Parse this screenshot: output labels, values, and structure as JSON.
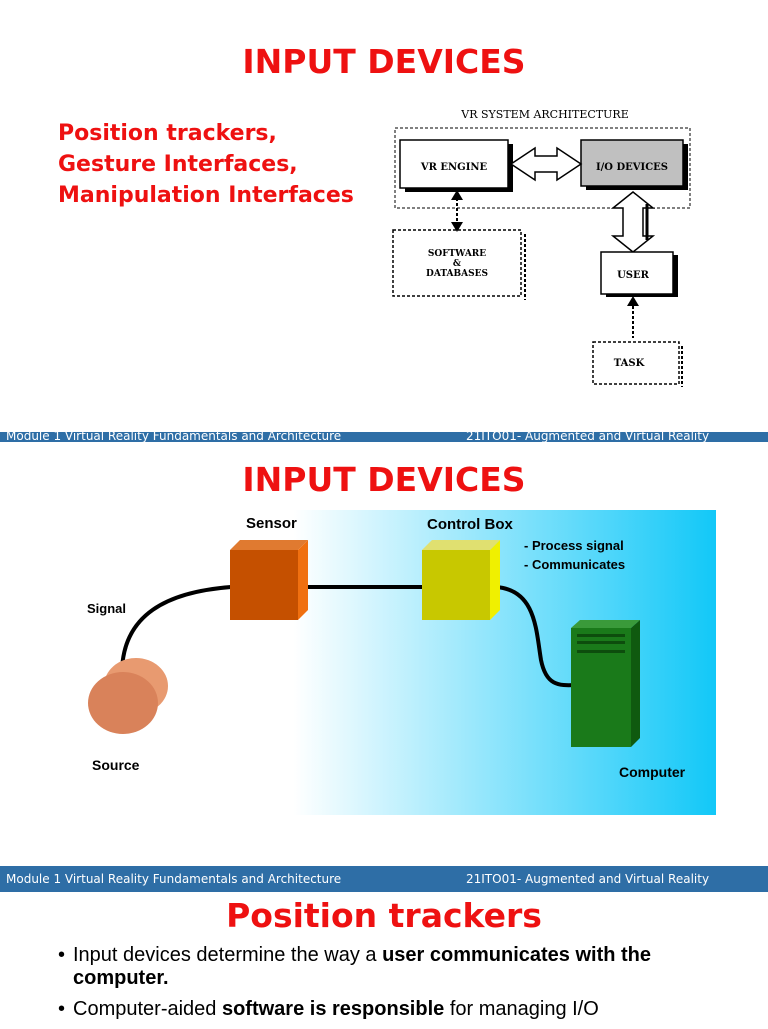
{
  "footer": {
    "left": "Module 1  Virtual Reality Fundamentals and Architecture",
    "right": "21ITO01- Augmented and Virtual Reality"
  },
  "slide1": {
    "title": "INPUT DEVICES",
    "subtitle": "Position trackers, Gesture Interfaces, Manipulation Interfaces",
    "diagram": {
      "title": "VR SYSTEM ARCHITECTURE",
      "vr_engine": "VR ENGINE",
      "io_devices": "I/O DEVICES",
      "software_line1": "SOFTWARE",
      "software_line2": "&",
      "software_line3": "DATABASES",
      "user": "USER",
      "task": "TASK"
    }
  },
  "slide2": {
    "title": "INPUT DEVICES",
    "diagram": {
      "sensor": "Sensor",
      "control_box": "Control Box",
      "note1": "- Process signal",
      "note2": "- Communicates",
      "signal": "Signal",
      "source": "Source",
      "computer": "Computer"
    }
  },
  "slide3": {
    "title": "Position trackers",
    "bullet1": {
      "pre": "Input devices determine the way a ",
      "bold": "user communicates with the computer.",
      "post": ""
    },
    "bullet2": {
      "pre": "Computer-aided ",
      "bold": "software is responsible",
      "post": " for managing I/O"
    }
  },
  "colors": {
    "title_red": "#ee1111",
    "footer_blue": "#2e6ea6",
    "sensor_orange": "#c55000",
    "control_yellow": "#c8c800",
    "computer_green": "#1a7a1a",
    "source_salmon": "#d9825a",
    "gradient_cyan": "#12c8f8"
  }
}
